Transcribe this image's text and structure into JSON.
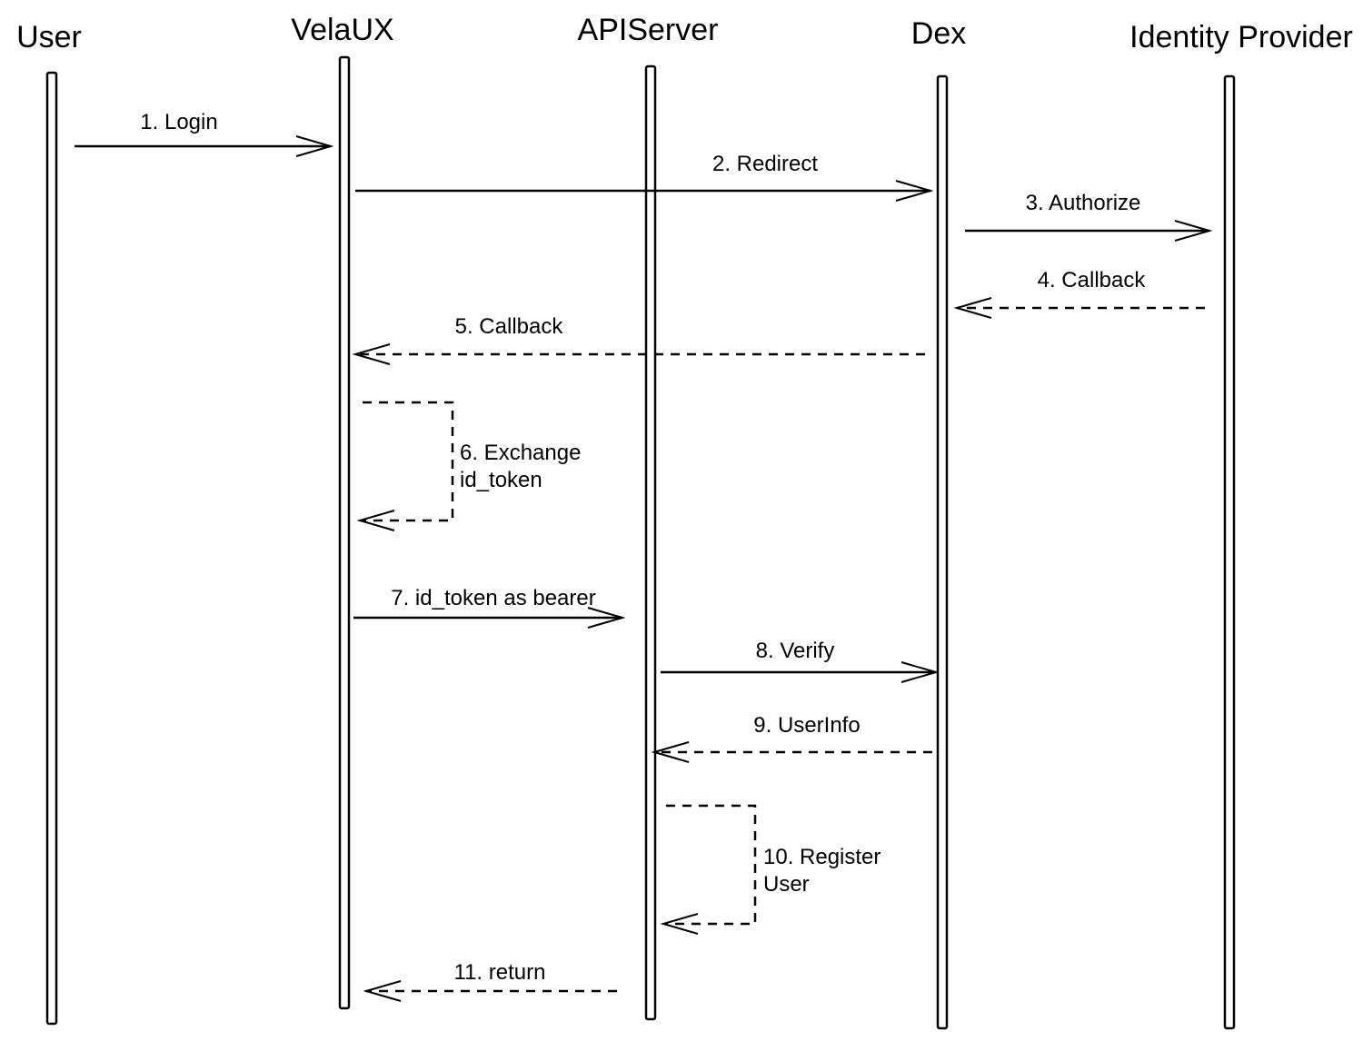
{
  "diagram": {
    "type": "sequence",
    "actors": [
      {
        "id": "user",
        "name": "User"
      },
      {
        "id": "velaux",
        "name": "VelaUX"
      },
      {
        "id": "apiserver",
        "name": "APIServer"
      },
      {
        "id": "dex",
        "name": "Dex"
      },
      {
        "id": "idp",
        "name": "Identity Provider"
      }
    ],
    "messages": [
      {
        "id": "m1",
        "from": "user",
        "to": "velaux",
        "style": "solid",
        "label": [
          "1. Login"
        ]
      },
      {
        "id": "m2",
        "from": "velaux",
        "to": "dex",
        "style": "solid",
        "label": [
          "2. Redirect"
        ]
      },
      {
        "id": "m3",
        "from": "dex",
        "to": "idp",
        "style": "solid",
        "label": [
          "3. Authorize"
        ]
      },
      {
        "id": "m4",
        "from": "idp",
        "to": "dex",
        "style": "dashed",
        "label": [
          "4. Callback"
        ]
      },
      {
        "id": "m5",
        "from": "dex",
        "to": "velaux",
        "style": "dashed",
        "label": [
          "5. Callback"
        ]
      },
      {
        "id": "m6",
        "from": "velaux",
        "to": "velaux",
        "style": "dashed",
        "label": [
          "6. Exchange",
          "id_token"
        ]
      },
      {
        "id": "m7",
        "from": "velaux",
        "to": "apiserver",
        "style": "solid",
        "label": [
          "7. id_token as bearer"
        ]
      },
      {
        "id": "m8",
        "from": "apiserver",
        "to": "dex",
        "style": "solid",
        "label": [
          "8. Verify"
        ]
      },
      {
        "id": "m9",
        "from": "dex",
        "to": "apiserver",
        "style": "dashed",
        "label": [
          "9. UserInfo"
        ]
      },
      {
        "id": "m10",
        "from": "apiserver",
        "to": "apiserver",
        "style": "dashed",
        "label": [
          "10. Register",
          "User"
        ]
      },
      {
        "id": "m11",
        "from": "apiserver",
        "to": "velaux",
        "style": "dashed",
        "label": [
          "11. return"
        ]
      }
    ]
  }
}
